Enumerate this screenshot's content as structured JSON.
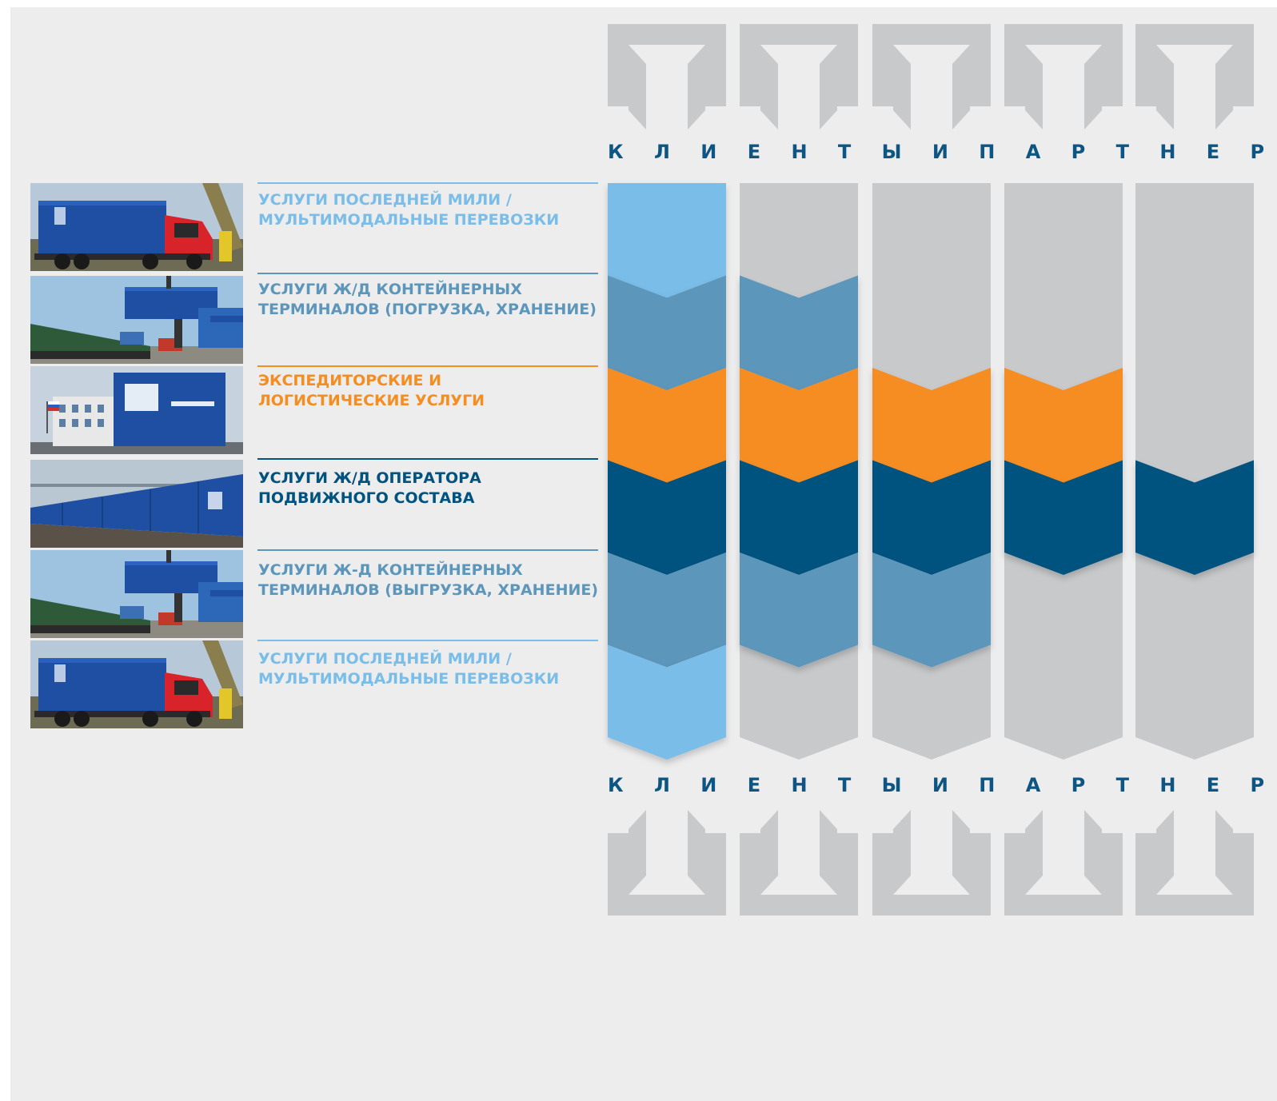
{
  "header": {
    "label": "К Л И Е Н Т Ы   И   П А Р Т Н Е Р Ы"
  },
  "footer": {
    "label": "К Л И Е Н Т Ы   И   П А Р Т Н Е Р Ы"
  },
  "colors": {
    "panel_background": "#ededee",
    "heading": "#0d5583",
    "column_gray": "#c8c9cb",
    "light_blue": "#79bde8",
    "mid_blue": "#5d96bb",
    "orange": "#f58d21",
    "dark_blue": "#00527f"
  },
  "services": [
    {
      "label_lines": [
        "УСЛУГИ ПОСЛЕДНЕЙ МИЛИ /",
        "МУЛЬТИМОДАЛЬНЫЕ ПЕРЕВОЗКИ"
      ],
      "color": "#79bde8",
      "photo": "container-truck-photo",
      "columns": 1
    },
    {
      "label_lines": [
        "УСЛУГИ Ж/Д КОНТЕЙНЕРНЫХ",
        "ТЕРМИНАЛОВ (ПОГРУЗКА, ХРАНЕНИЕ)"
      ],
      "color": "#5d96bb",
      "photo": "container-terminal-photo",
      "columns": 2
    },
    {
      "label_lines": [
        "ЭКСПЕДИТОРСКИЕ И",
        "ЛОГИСТИЧЕСКИЕ УСЛУГИ"
      ],
      "color": "#f58d21",
      "photo": "office-building-photo",
      "columns": 4
    },
    {
      "label_lines": [
        "УСЛУГИ Ж/Д ОПЕРАТОРА",
        "ПОДВИЖНОГО СОСТАВА"
      ],
      "color": "#00527f",
      "photo": "container-train-photo",
      "columns": 5
    },
    {
      "label_lines": [
        "УСЛУГИ Ж-Д КОНТЕЙНЕРНЫХ",
        "ТЕРМИНАЛОВ (ВЫГРУЗКА, ХРАНЕНИЕ)"
      ],
      "color": "#5d96bb",
      "photo": "container-terminal-photo",
      "columns": 3
    },
    {
      "label_lines": [
        "УСЛУГИ ПОСЛЕДНЕЙ МИЛИ /",
        "МУЛЬТИМОДАЛЬНЫЕ ПЕРЕВОЗКИ"
      ],
      "color": "#79bde8",
      "photo": "container-truck-photo",
      "columns": 1
    }
  ],
  "columns": {
    "count": 5
  }
}
